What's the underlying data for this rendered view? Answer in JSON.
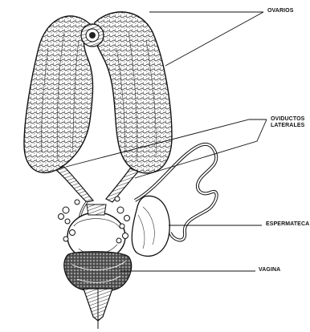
{
  "labels": {
    "ovarios": "OVARIOS",
    "oviductos_line1": "OVIDUCTOS",
    "oviductos_line2": "LATERALES",
    "espermateca": "ESPERMATECA",
    "vagina": "VAGINA"
  },
  "colors": {
    "ink": "#111111",
    "paper": "#ffffff"
  }
}
